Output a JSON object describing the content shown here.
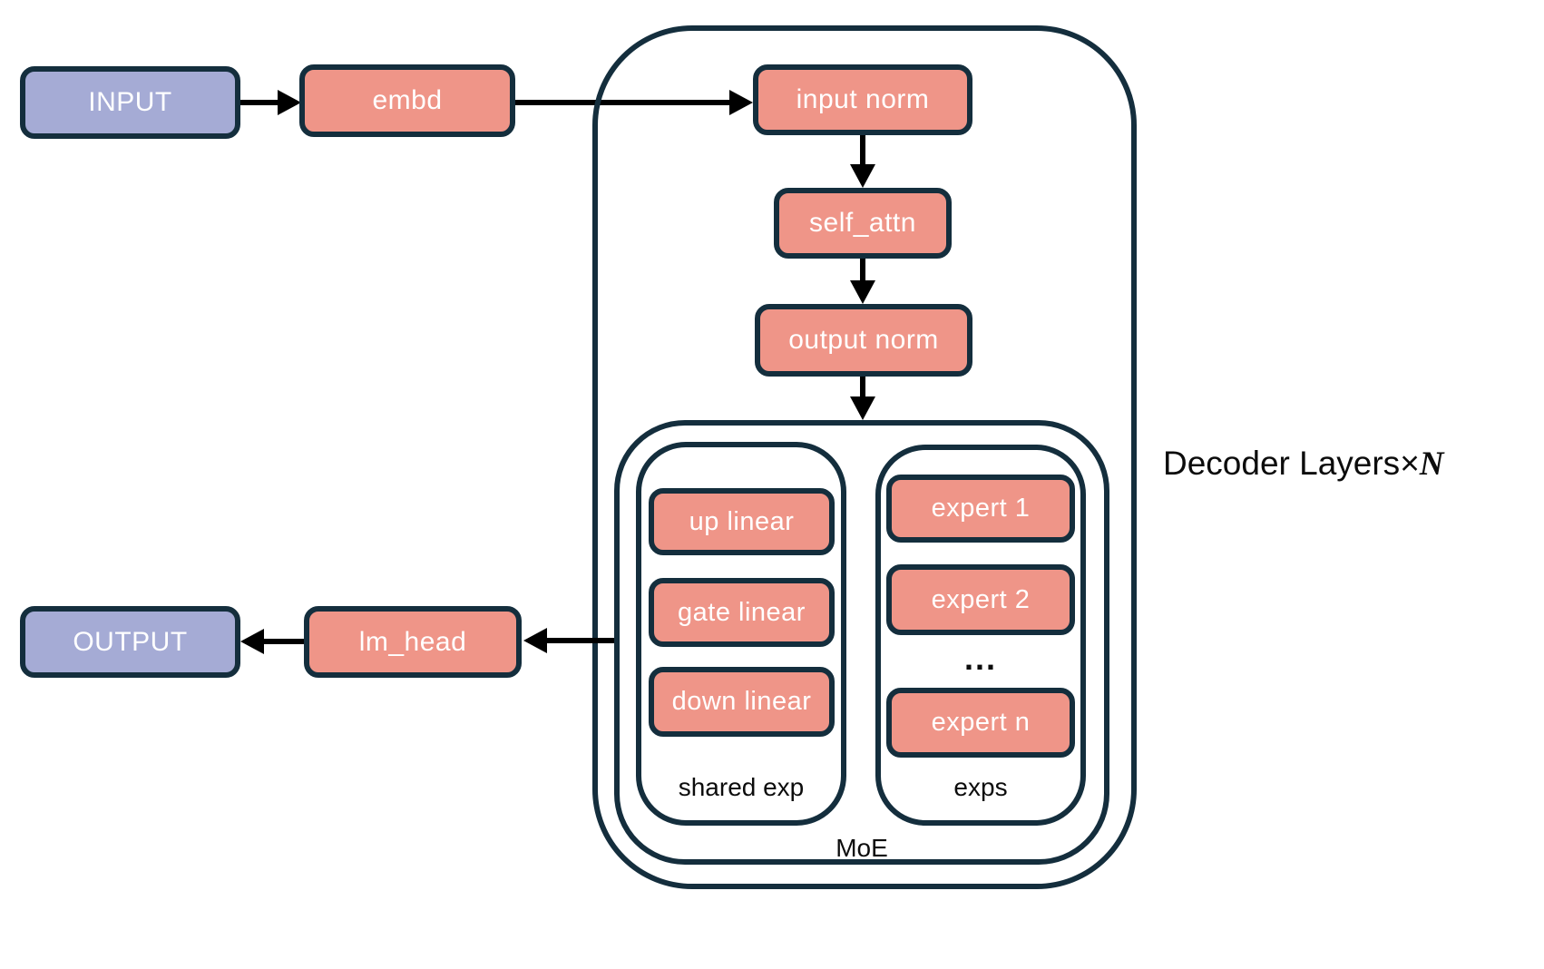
{
  "diagram": {
    "io_nodes": {
      "input": "INPUT",
      "output": "OUTPUT"
    },
    "blocks": {
      "embd": "embd",
      "input_norm": "input norm",
      "self_attn": "self_attn",
      "output_norm": "output norm",
      "lm_head": "lm_head",
      "up_linear": "up linear",
      "gate_linear": "gate linear",
      "down_linear": "down linear",
      "expert_1": "expert 1",
      "expert_2": "expert 2",
      "expert_ellipsis": "...",
      "expert_n": "expert n"
    },
    "container_labels": {
      "shared_exp": "shared exp",
      "exps": "exps",
      "moe": "MoE"
    },
    "annotations": {
      "decoder_layers_prefix": "Decoder Layers",
      "times_symbol": "×",
      "layer_count_symbol": "N"
    },
    "colors": {
      "io_fill": "#a5abd5",
      "block_fill": "#ef9588",
      "outline": "#142e3d",
      "arrow": "#000000",
      "background": "#ffffff",
      "box_text": "#ffffff",
      "label_text": "#0c0c0c"
    }
  }
}
